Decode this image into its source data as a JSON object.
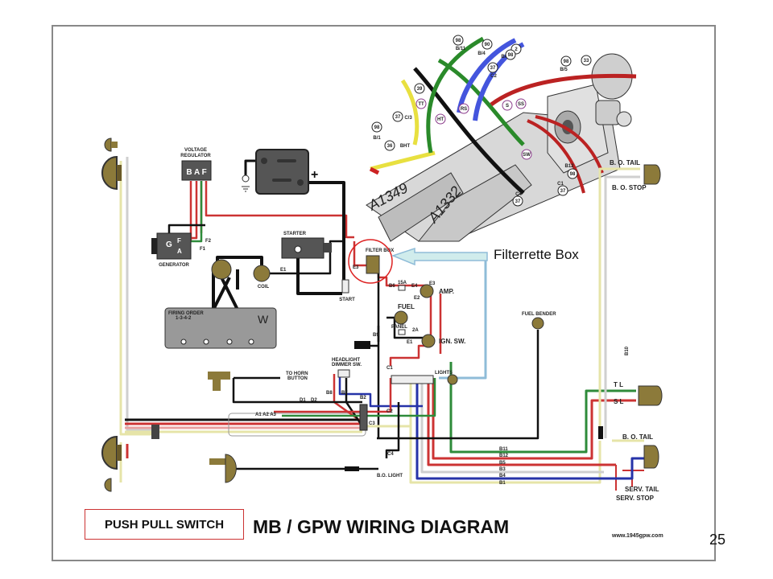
{
  "title": "MB / GPW WIRING DIAGRAM",
  "push_pull_switch": "PUSH PULL SWITCH",
  "website": "www.1945gpw.com",
  "page_number": "25",
  "filterrette_label": "Filterrette Box",
  "components": {
    "voltage_regulator": [
      "VOLTAGE",
      "REGULATOR"
    ],
    "regulator_terminals": "B A F",
    "generator": "GENERATOR",
    "generator_terminals": {
      "g": "G",
      "f": "F",
      "a": "A",
      "f2": "F2",
      "f1": "F1"
    },
    "battery_plus": "+",
    "starter": "STARTER",
    "coil": "COIL",
    "e1": "E1",
    "firing_order": [
      "FIRING ORDER",
      "1-3-4-2"
    ],
    "start": "START",
    "filter_box": "FILTER BOX",
    "e3_filter": "E3",
    "amp": "AMP.",
    "amp_wires": {
      "b6": "B6",
      "fuse15": "15A",
      "e4": "E4",
      "e3": "E3",
      "e2": "E2"
    },
    "fuel": "FUEL",
    "panel": "PANEL",
    "fuse2": "2A",
    "ign_sw": "IGN. SW.",
    "ign_e1": "E1",
    "b9": "B9",
    "headlight_dimmer": [
      "HEADLIGHT",
      "DIMMER SW."
    ],
    "b8": "B8",
    "b7": "B7",
    "lights": "LIGHTS",
    "c1": "C1",
    "b2": "B2",
    "c2": "C2",
    "c3": "C3",
    "c4": "C4",
    "to_horn": [
      "TO HORN",
      "BUTTON"
    ],
    "d1": "D1",
    "d2": "D2",
    "a_wires": "A1 A2 A3",
    "bo_light": "B.O. LIGHT",
    "fuel_bender": "FUEL BENDER",
    "bo_tail_top": "B. O. TAIL",
    "bo_stop": "B. O. STOP",
    "tl": "T L",
    "sl": "S L",
    "bo_tail_bottom": "B. O. TAIL",
    "serv_tail": "SERV. TAIL",
    "serv_stop": "SERV. STOP",
    "b10": "B10",
    "rear_wires": [
      "B11",
      "B12",
      "B5",
      "B3",
      "B4",
      "B1"
    ]
  },
  "engine_illustration": {
    "frame_labels": [
      "A1349",
      "A1332"
    ],
    "callouts": [
      "98",
      "B/11",
      "90",
      "B/4",
      "B/3",
      "2",
      "98",
      "37",
      "C2",
      "39",
      "TT",
      "RS",
      "S",
      "SS",
      "HT",
      "37",
      "C/3",
      "98",
      "B/1",
      "36",
      "BHT",
      "SW",
      "B12",
      "98",
      "C1",
      "37",
      "C4",
      "37",
      "33",
      "98",
      "B/5"
    ]
  },
  "colors": {
    "frame_border": "#888888",
    "wire_red": "#cc3333",
    "wire_green": "#2e8b3a",
    "wire_blue": "#2633a8",
    "wire_cream": "#e6e4a8",
    "wire_gray": "#cfcfcf",
    "wire_black": "#111111",
    "filterrette_arrow": "#8fbcd8",
    "component_olive": "#8c7a3a",
    "highlight_circle": "#dd2222"
  }
}
